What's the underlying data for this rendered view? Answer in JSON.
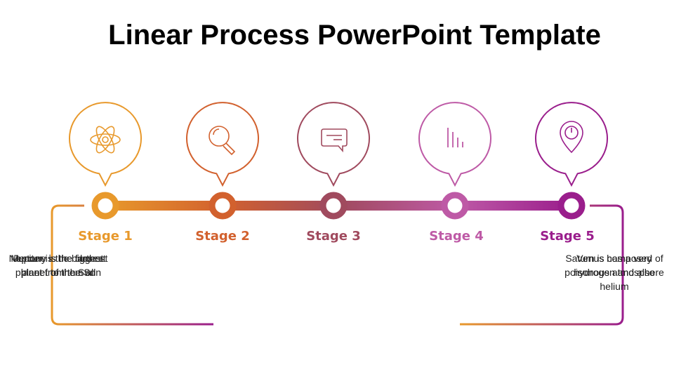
{
  "title": "Linear Process PowerPoint Template",
  "colors": {
    "stage1": "#E8992C",
    "stage2": "#D2612E",
    "stage3": "#A04A5E",
    "stage4": "#BE5AA6",
    "stage5": "#9A1E8C"
  },
  "stages": [
    {
      "label": "Stage 1",
      "icon": "atom-icon"
    },
    {
      "label": "Stage 2",
      "icon": "search-icon"
    },
    {
      "label": "Stage 3",
      "icon": "chat-icon"
    },
    {
      "label": "Stage 4",
      "icon": "bar-chart-icon"
    },
    {
      "label": "Stage 5",
      "icon": "location-pin-icon"
    }
  ],
  "left_texts": [
    "Mercury is the closest planet to the Sun",
    "Neptune is the farthest planet from the Sun",
    "Jupiter is the biggest planet of them all"
  ],
  "right_texts": [
    "Venus has a very poisonous atmosphere",
    "Saturn is composed of hydrogen and also helium"
  ]
}
